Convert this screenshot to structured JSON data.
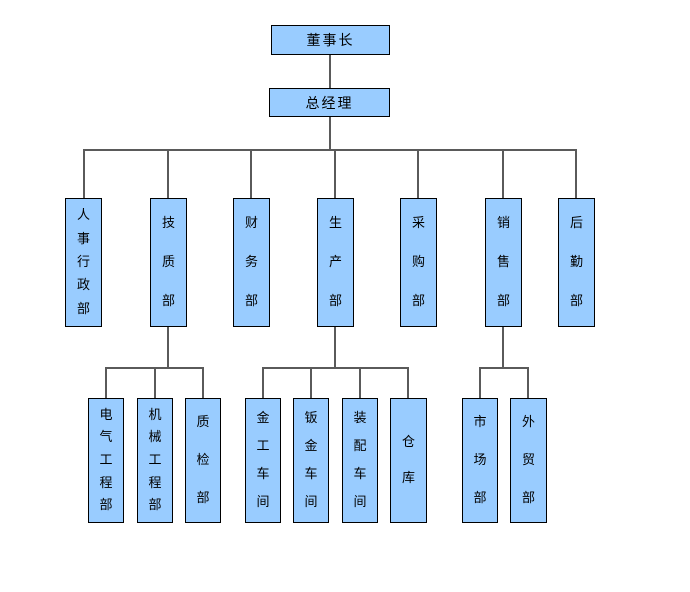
{
  "diagram": {
    "type": "org-chart",
    "chairman": "董事长",
    "general_manager": "总经理",
    "departments": [
      {
        "label": "人事行政部",
        "children": []
      },
      {
        "label": "技质部",
        "children": [
          {
            "label": "电气工程部"
          },
          {
            "label": "机械工程部"
          },
          {
            "label": "质检部"
          }
        ]
      },
      {
        "label": "财务部",
        "children": []
      },
      {
        "label": "生产部",
        "children": [
          {
            "label": "金工车间"
          },
          {
            "label": "钣金车间"
          },
          {
            "label": "装配车间"
          },
          {
            "label": "仓库"
          }
        ]
      },
      {
        "label": "采购部",
        "children": []
      },
      {
        "label": "销售部",
        "children": [
          {
            "label": "市场部"
          },
          {
            "label": "外贸部"
          }
        ]
      },
      {
        "label": "后勤部",
        "children": []
      }
    ],
    "colors": {
      "node_fill": "#99CCFF",
      "node_border": "#000000",
      "connector": "#5A5A5A",
      "background": "#FFFFFF",
      "text": "#000000"
    }
  }
}
